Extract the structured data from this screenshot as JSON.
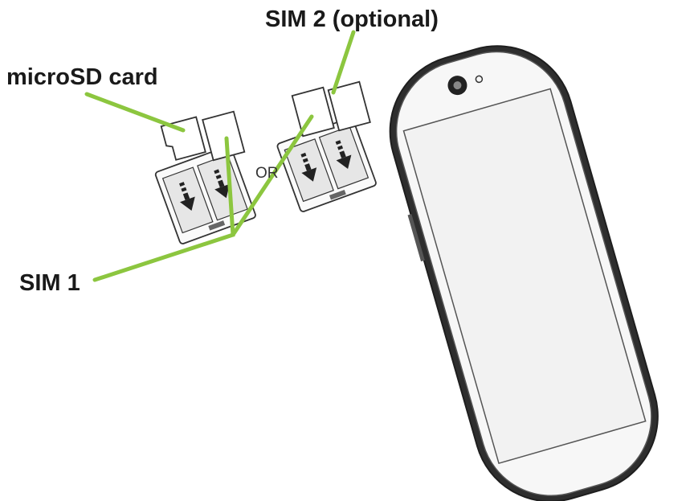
{
  "labels": {
    "sim2": "SIM 2 (optional)",
    "microsd": "microSD card",
    "sim1": "SIM 1",
    "or": "OR"
  },
  "colors": {
    "leader_line": "#8cc63f",
    "outline": "#333333",
    "phone_body": "#2b2b2b"
  }
}
